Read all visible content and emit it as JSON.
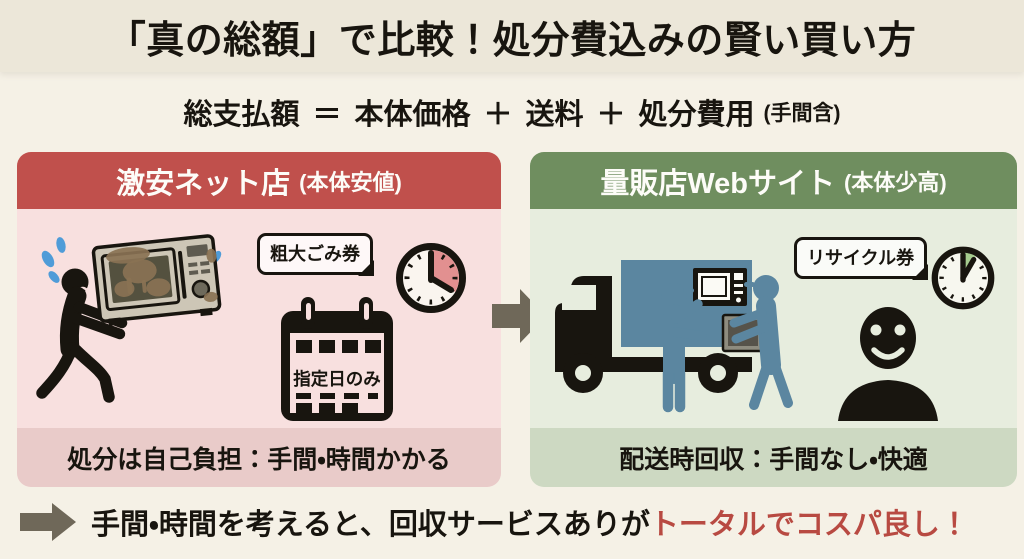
{
  "title": "「真の総額」で比較！処分費込みの賢い買い方",
  "formula": {
    "lhs": "総支払額",
    "equals": "＝",
    "term1": "本体価格",
    "plus1": "＋",
    "term2": "送料",
    "plus2": "＋",
    "term3": "処分費用",
    "note": "(手間含)"
  },
  "left_panel": {
    "header": "激安ネット店",
    "header_note": "(本体安値)",
    "ticket_label": "粗大ごみ券",
    "calendar_label": "指定日のみ",
    "caption": "処分は自己負担：手間・時間かかる"
  },
  "right_panel": {
    "header": "量販店Webサイト",
    "header_note": "(本体少高)",
    "ticket_label": "リサイクル券",
    "caption": "配送時回収：手間なし・快適"
  },
  "conclusion": {
    "lead": "手間・時間を考えると、回収サービスありが",
    "highlight": "トータルでコスパ良し！"
  },
  "icons": {
    "left_clock": "clock-long-wait-icon",
    "right_clock": "clock-quick-icon",
    "calendar": "calendar-designated-day-icon",
    "between_panels": "arrow-right-icon",
    "conclusion": "arrow-right-icon"
  },
  "colors": {
    "page_bg": "#f5f1e6",
    "title_band_bg": "#ece7d9",
    "ink": "#18150f",
    "header_text": "#fdfcf8",
    "left_header_bg": "#c0504c",
    "left_panel_bg": "#f8e0df",
    "left_caption_bg": "#e9cbc9",
    "right_header_bg": "#6f8e5f",
    "right_panel_bg": "#e7edde",
    "right_caption_bg": "#cdd9c2",
    "highlight_red": "#b84a42",
    "arrow_gray": "#6f6859",
    "worker_teal": "#5b86a0",
    "sweat_blue": "#4f9cd8",
    "clock_wait_pink": "#e29090",
    "clock_quick_green": "#a6cc8e",
    "microwave_beige": "#cdc6b6",
    "microwave_gray": "#8e8c7f",
    "stain_brown": "#8a7254"
  }
}
